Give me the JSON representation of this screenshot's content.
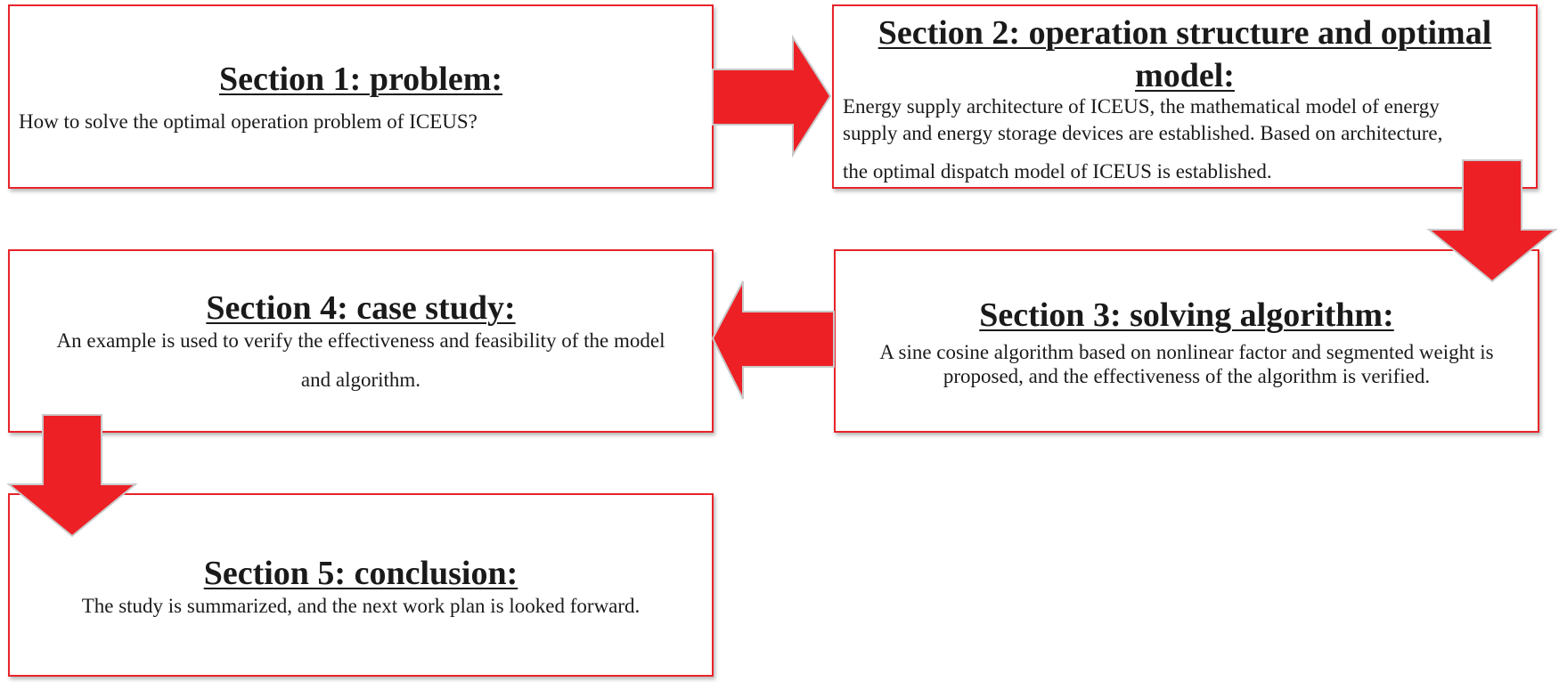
{
  "colors": {
    "accent": "#ed2026",
    "border": "#e8242a",
    "text": "#1a1a1a"
  },
  "sections": [
    {
      "title": "Section 1: problem:",
      "text": "How to solve the optimal operation problem of ICEUS?"
    },
    {
      "title_line1": "Section 2: operation structure and optimal",
      "title_line2": "model:",
      "text_lines": [
        "Energy supply architecture of ICEUS, the mathematical model of energy",
        "supply and energy storage devices are established. Based on architecture,",
        "the optimal dispatch model of ICEUS is established."
      ]
    },
    {
      "title": "Section 3: solving algorithm:",
      "text_lines": [
        "A sine cosine algorithm based on nonlinear factor and segmented weight is",
        "proposed, and the effectiveness of the algorithm is verified."
      ]
    },
    {
      "title": "Section 4: case study:",
      "text_lines": [
        "An example is used to  verify the effectiveness and feasibility of the model",
        "and algorithm."
      ]
    },
    {
      "title": "Section 5: conclusion:",
      "text": "The study is summarized, and the next work plan is looked forward."
    }
  ]
}
